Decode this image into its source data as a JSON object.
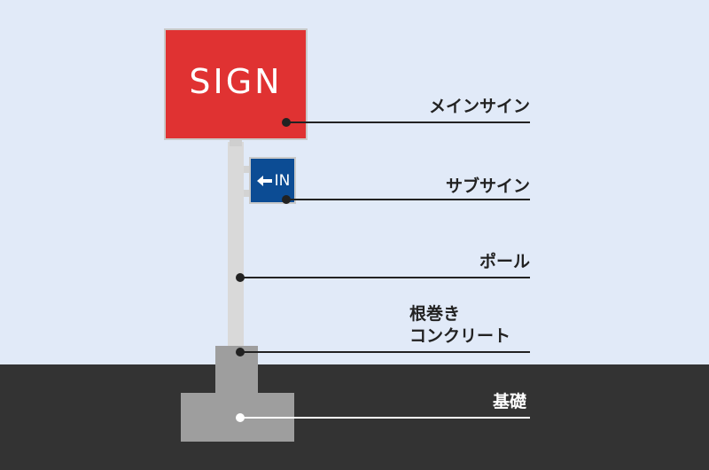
{
  "colors": {
    "sky": "#e1eaf8",
    "ground": "#333333",
    "main_sign": "#e03232",
    "sub_sign": "#0c4c94",
    "label_dark": "#222222",
    "label_light": "#ffffff"
  },
  "signs": {
    "main_text": "SIGN",
    "sub_text": "IN",
    "sub_arrow_icon": "left-arrow-icon"
  },
  "labels": {
    "main_sign": "メインサイン",
    "sub_sign": "サブサイン",
    "pole": "ポール",
    "root_concrete_line1": "根巻き",
    "root_concrete_line2": "コンクリート",
    "foundation": "基礎"
  }
}
